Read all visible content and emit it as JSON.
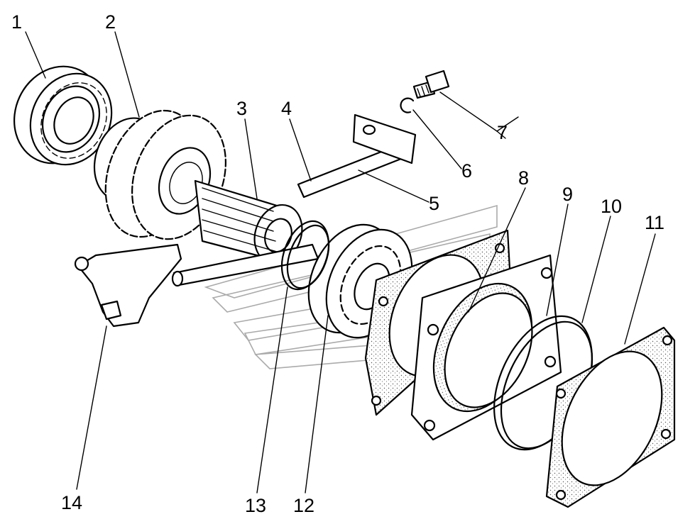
{
  "diagram": {
    "callouts": [
      {
        "id": "1",
        "label": "1"
      },
      {
        "id": "2",
        "label": "2"
      },
      {
        "id": "3",
        "label": "3"
      },
      {
        "id": "4",
        "label": "4"
      },
      {
        "id": "5",
        "label": "5"
      },
      {
        "id": "6",
        "label": "6"
      },
      {
        "id": "7",
        "label": "7"
      },
      {
        "id": "8",
        "label": "8"
      },
      {
        "id": "9",
        "label": "9"
      },
      {
        "id": "10",
        "label": "10"
      },
      {
        "id": "11",
        "label": "11"
      },
      {
        "id": "12",
        "label": "12"
      },
      {
        "id": "13",
        "label": "13"
      },
      {
        "id": "14",
        "label": "14"
      }
    ],
    "parts": [
      {
        "callout": "1",
        "icon": "ball-bearing-icon"
      },
      {
        "callout": "2",
        "icon": "double-gear-icon"
      },
      {
        "callout": "3",
        "icon": "splined-hub-icon"
      },
      {
        "callout": "4",
        "icon": "shaft-icon"
      },
      {
        "callout": "5",
        "icon": "shift-rod-icon"
      },
      {
        "callout": "6",
        "icon": "lock-washer-icon"
      },
      {
        "callout": "7",
        "icon": "bolt-icon"
      },
      {
        "callout": "8",
        "icon": "gasket-icon"
      },
      {
        "callout": "9",
        "icon": "bearing-cover-icon"
      },
      {
        "callout": "10",
        "icon": "snap-ring-icon"
      },
      {
        "callout": "11",
        "icon": "gasket-icon"
      },
      {
        "callout": "12",
        "icon": "roller-bearing-icon"
      },
      {
        "callout": "13",
        "icon": "snap-ring-icon"
      },
      {
        "callout": "14",
        "icon": "shift-fork-icon"
      }
    ]
  }
}
